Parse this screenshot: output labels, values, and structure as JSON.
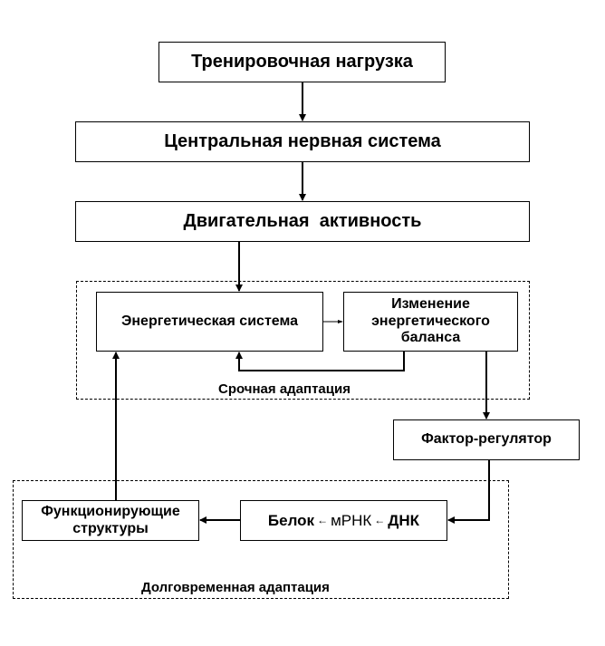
{
  "diagram": {
    "nodes": {
      "training_load": "Тренировочная нагрузка",
      "cns": "Центральная нервная система",
      "motor_activity": "Двигательная  активность",
      "energy_system": "Энергетическая система",
      "energy_balance_change": "Изменение энергетического баланса",
      "regulator_factor": "Фактор-регулятор",
      "functioning_structures": "Функционирующие структуры",
      "protein_chain": {
        "protein": "Белок",
        "mrna": "мРНК",
        "dna": "ДНК"
      }
    },
    "groups": {
      "urgent_adaptation": "Срочная адаптация",
      "long_term_adaptation": "Долговременная адаптация"
    },
    "edges": [
      [
        "training_load",
        "cns"
      ],
      [
        "cns",
        "motor_activity"
      ],
      [
        "motor_activity",
        "energy_system"
      ],
      [
        "energy_system",
        "energy_balance_change"
      ],
      [
        "energy_balance_change",
        "energy_system"
      ],
      [
        "energy_balance_change",
        "regulator_factor"
      ],
      [
        "regulator_factor",
        "protein_chain"
      ],
      [
        "protein_chain",
        "functioning_structures"
      ],
      [
        "functioning_structures",
        "energy_system"
      ]
    ]
  }
}
